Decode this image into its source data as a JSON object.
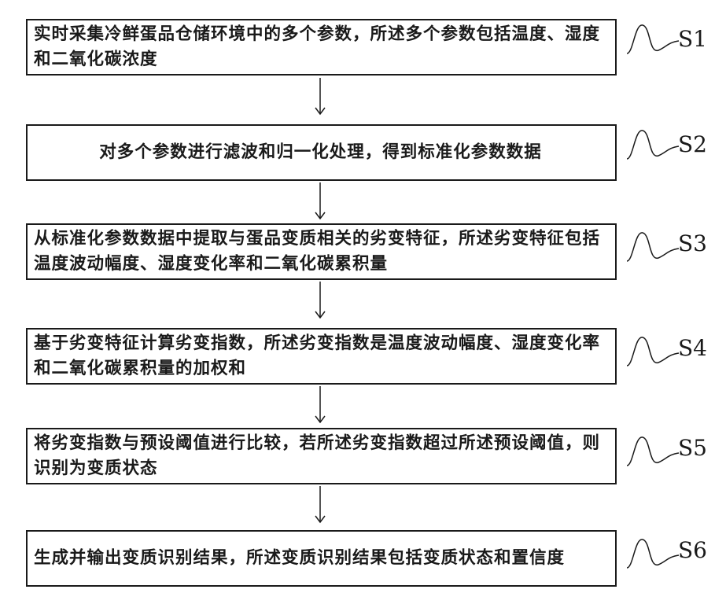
{
  "steps": [
    {
      "id": "S1",
      "text": "实时采集冷鲜蛋品仓储环境中的多个参数，所述多个参数包括温度、湿度和二氧化碳浓度"
    },
    {
      "id": "S2",
      "text": "对多个参数进行滤波和归一化处理，得到标准化参数数据"
    },
    {
      "id": "S3",
      "text": "从标准化参数数据中提取与蛋品变质相关的劣变特征，所述劣变特征包括温度波动幅度、湿度变化率和二氧化碳累积量"
    },
    {
      "id": "S4",
      "text": "基于劣变特征计算劣变指数，所述劣变指数是温度波动幅度、湿度变化率和二氧化碳累积量的加权和"
    },
    {
      "id": "S5",
      "text": "将劣变指数与预设阈值进行比较，若所述劣变指数超过所述预设阈值，则识别为变质状态"
    },
    {
      "id": "S6",
      "text": "生成并输出变质识别结果，所述变质识别结果包括变质状态和置信度"
    }
  ],
  "colors": {
    "line": "#1a1a1a",
    "background": "#ffffff"
  }
}
